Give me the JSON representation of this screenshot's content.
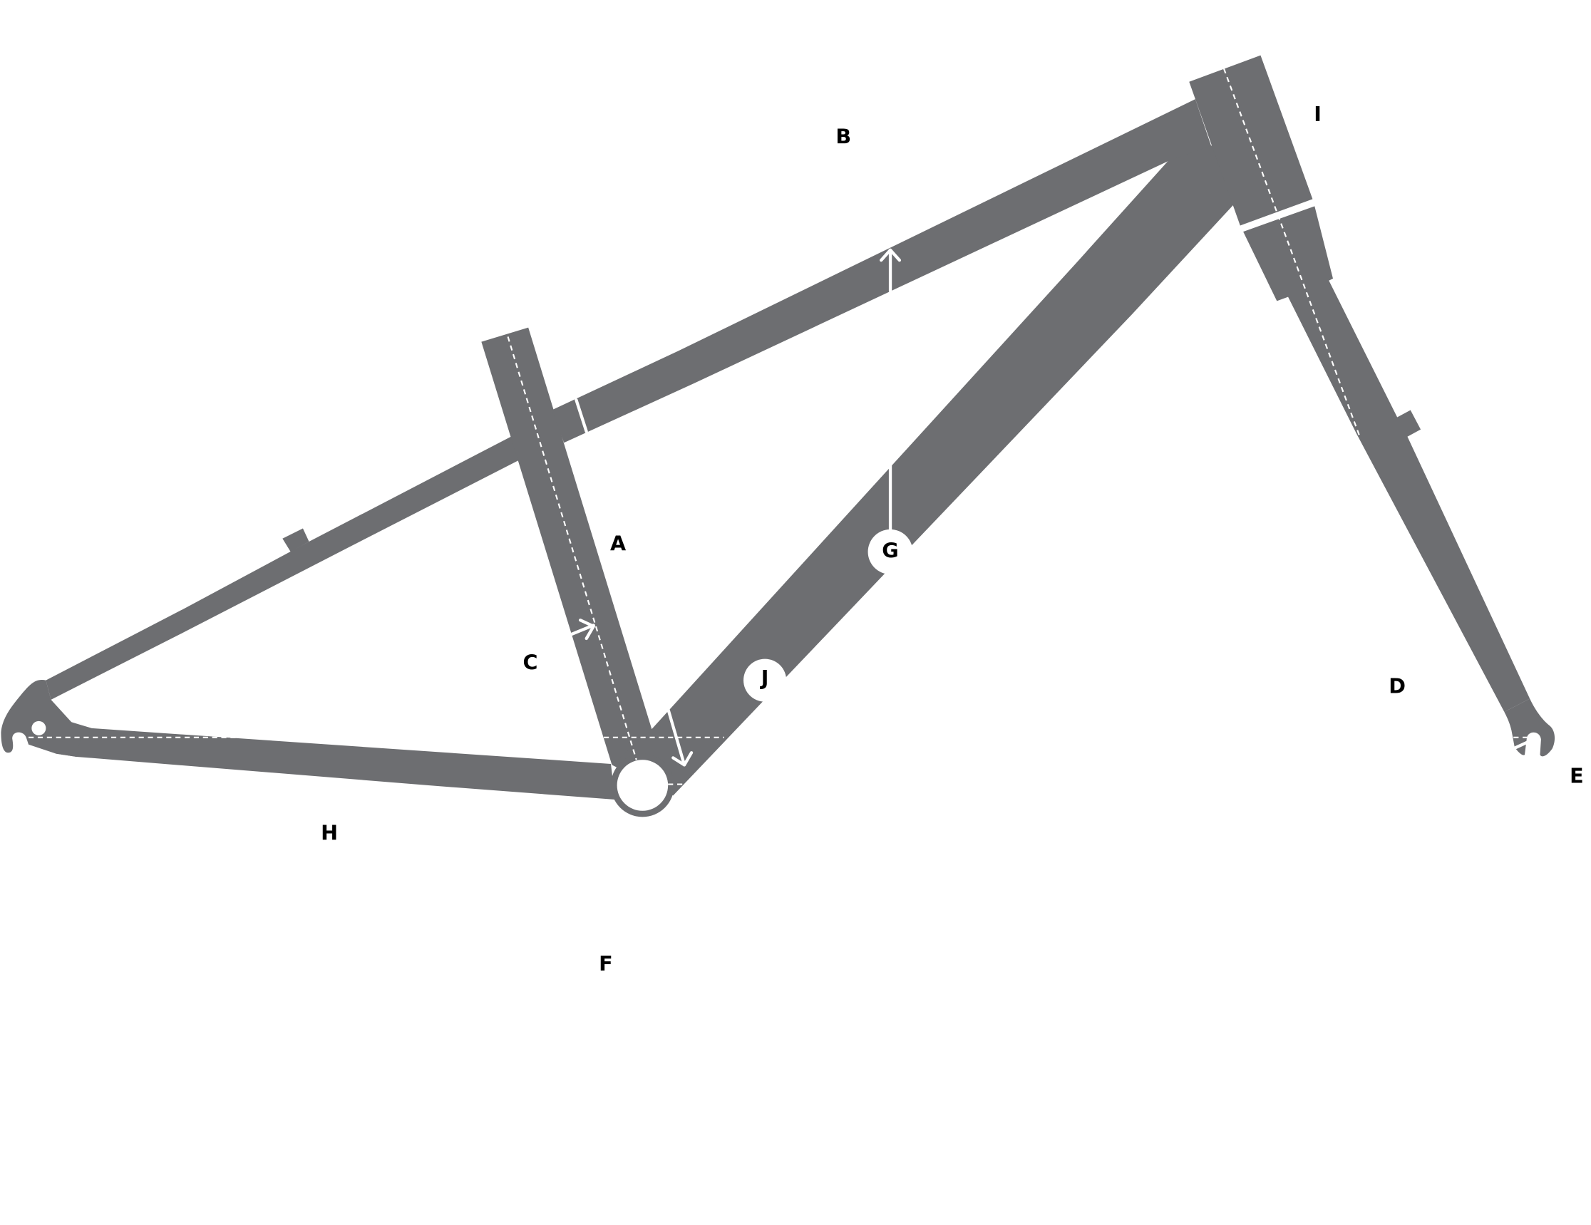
{
  "diagram": {
    "type": "bicycle-frame-geometry",
    "frame_color": "#6d6e71",
    "labels": {
      "A": "A",
      "B": "B",
      "C": "C",
      "D": "D",
      "E": "E",
      "F": "F",
      "G": "G",
      "H": "H",
      "I": "I",
      "J": "J"
    }
  }
}
